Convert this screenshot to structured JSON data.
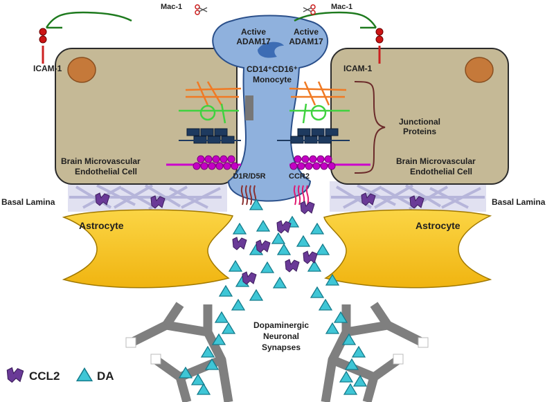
{
  "labels": {
    "mac1_left": "Mac-1",
    "mac1_right": "Mac-1",
    "adam_left_line1": "Active",
    "adam_left_line2": "ADAM17",
    "adam_right_line1": "Active",
    "adam_right_line2": "ADAM17",
    "icam_left": "ICAM-1",
    "icam_right": "ICAM-1",
    "monocyte_line1": "CD14⁺CD16⁺",
    "monocyte_line2": "Monocyte",
    "junctional_line1": "Junctional",
    "junctional_line2": "Proteins",
    "endo_left_line1": "Brain Microvascular",
    "endo_left_line2": "Endothelial Cell",
    "endo_right_line1": "Brain Microvascular",
    "endo_right_line2": "Endothelial Cell",
    "receptor_left": "D1R/D5R",
    "receptor_right": "CCR2",
    "basal_left": "Basal Lamina",
    "basal_right": "Basal Lamina",
    "astro_left": "Astrocyte",
    "astro_right": "Astrocyte",
    "synapse_line1": "Dopaminergic",
    "synapse_line2": "Neuronal",
    "synapse_line3": "Synapses"
  },
  "legend": {
    "ccl2": "CCL2",
    "da": "DA"
  },
  "colors": {
    "endothelial": "#c5b996",
    "monocyte": "#8fb1dd",
    "astrocyte": "#f4c21f",
    "nucleus": "#c5793a",
    "ccl2": "#6a3a97",
    "da": "#3fc6d6",
    "basal_lamina": "#c9c8e6",
    "synapse": "#7f7f7f"
  },
  "icons": {
    "scissors": "scissors-icon",
    "ccl2_marker": "ccl2-icon",
    "da_marker": "dopamine-triangle-icon"
  }
}
